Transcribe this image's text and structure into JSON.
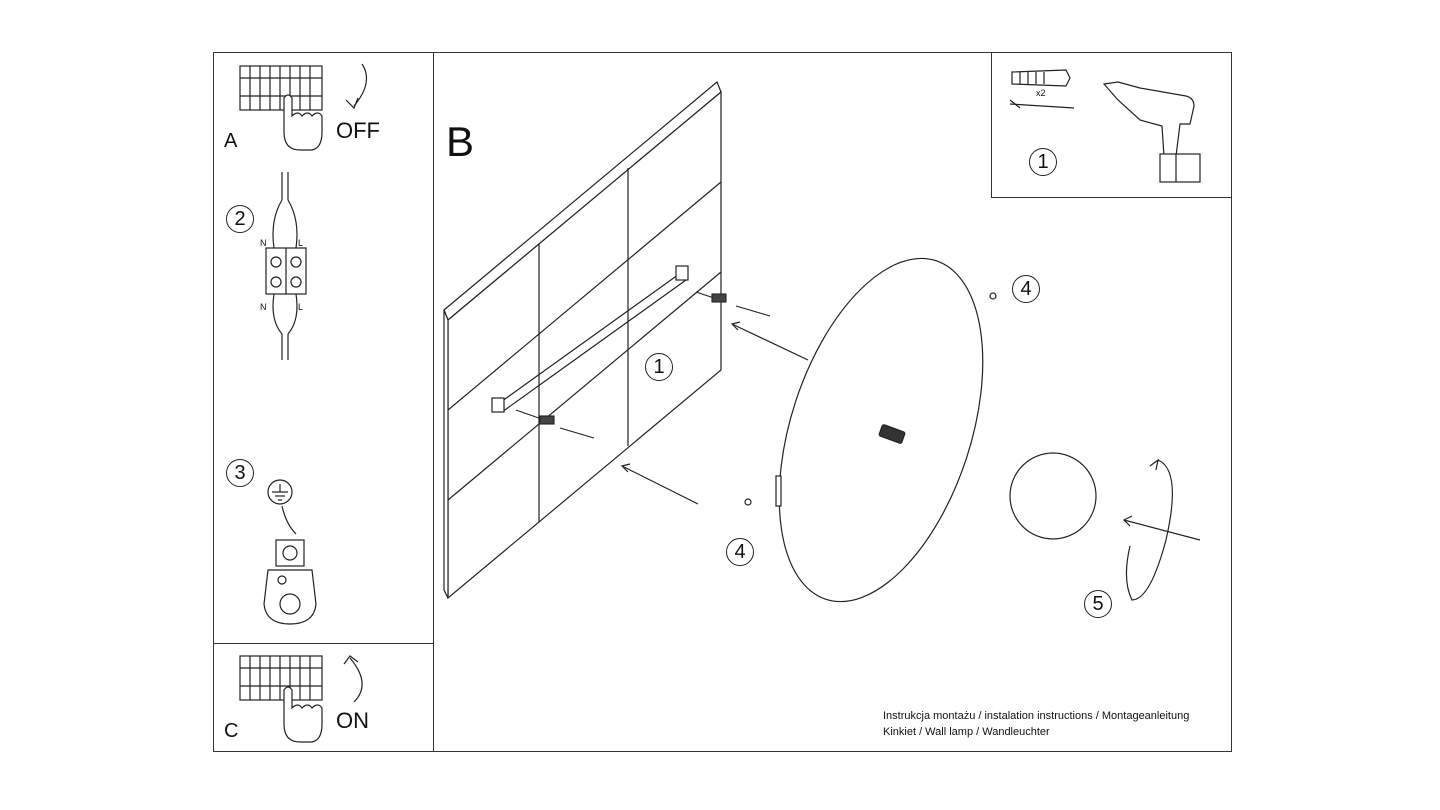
{
  "panel_a": {
    "letter": "A",
    "action": "OFF"
  },
  "panel_c": {
    "letter": "C",
    "action": "ON"
  },
  "main": {
    "letter": "B"
  },
  "steps": {
    "s1_tools": "1",
    "s1_wall": "1",
    "s2": "2",
    "s3": "3",
    "s4_top": "4",
    "s4_bottom": "4",
    "s5": "5"
  },
  "tools": {
    "count": "x2"
  },
  "wiring": {
    "n_top": "N",
    "l_top": "L",
    "n_bottom": "N",
    "l_bottom": "L"
  },
  "footer": {
    "line1": "Instrukcja montażu / instalation instructions / Montageanleitung",
    "line2": "Kinkiet / Wall lamp / Wandleuchter"
  }
}
